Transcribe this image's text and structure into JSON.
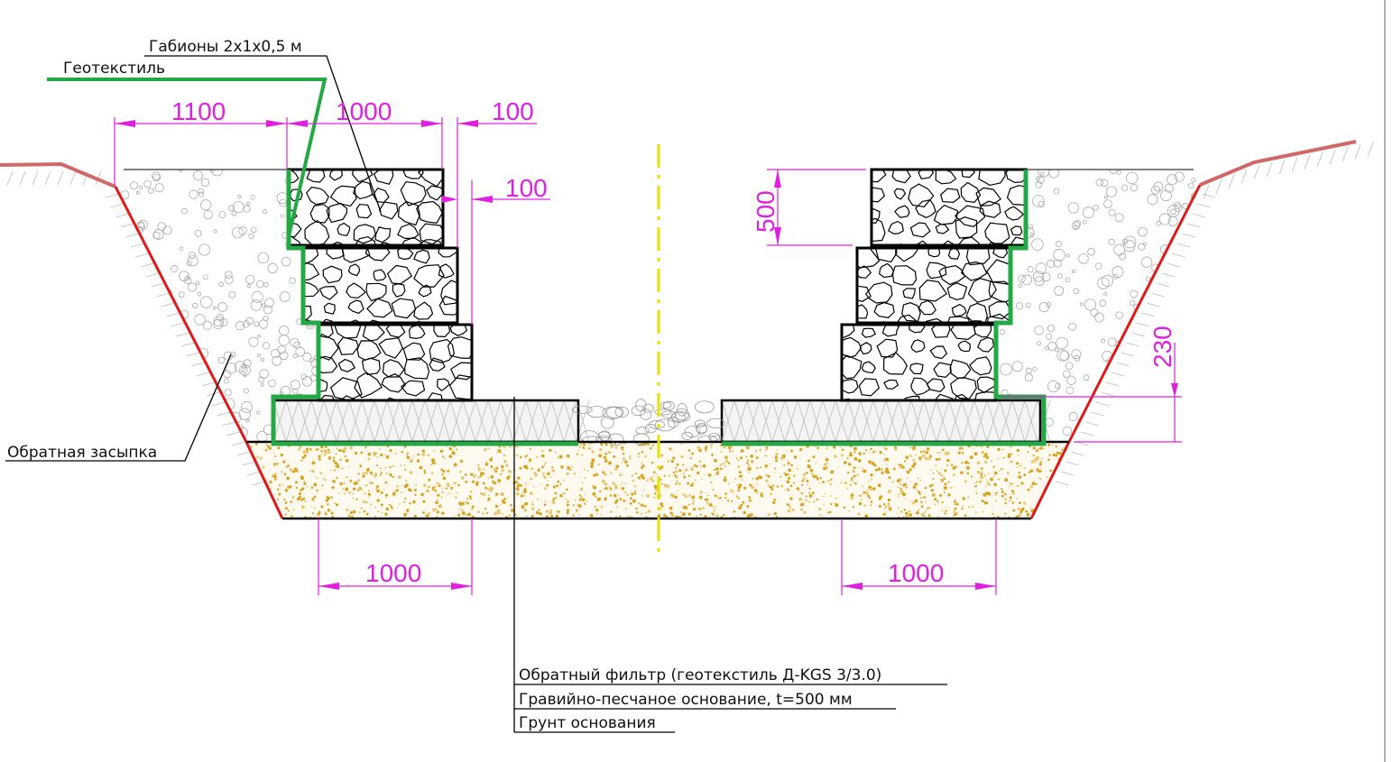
{
  "labels": {
    "gabions": "Габионы 2x1x0,5 м",
    "geotextile": "Геотекстиль",
    "backfill": "Обратная засыпка",
    "filter": "Обратный фильтр (геотекстиль Д-KGS 3/3.0)",
    "base": "Гравийно-песчаное основание, t=500 мм",
    "soil": "Грунт основания"
  },
  "dimensions": {
    "top_left_offset": "1100",
    "top_gabion_width": "1000",
    "top_step": "100",
    "second_step": "100",
    "gabion_height": "500",
    "mattress_height": "230",
    "bottom_left_width": "1000",
    "bottom_right_width": "1000"
  },
  "colors": {
    "dimension": "#e020e0",
    "geotextile": "#22a844",
    "slope": "#e01818",
    "ground": "#d06868",
    "centerline": "#e8e000",
    "sand": "#d9a420"
  }
}
